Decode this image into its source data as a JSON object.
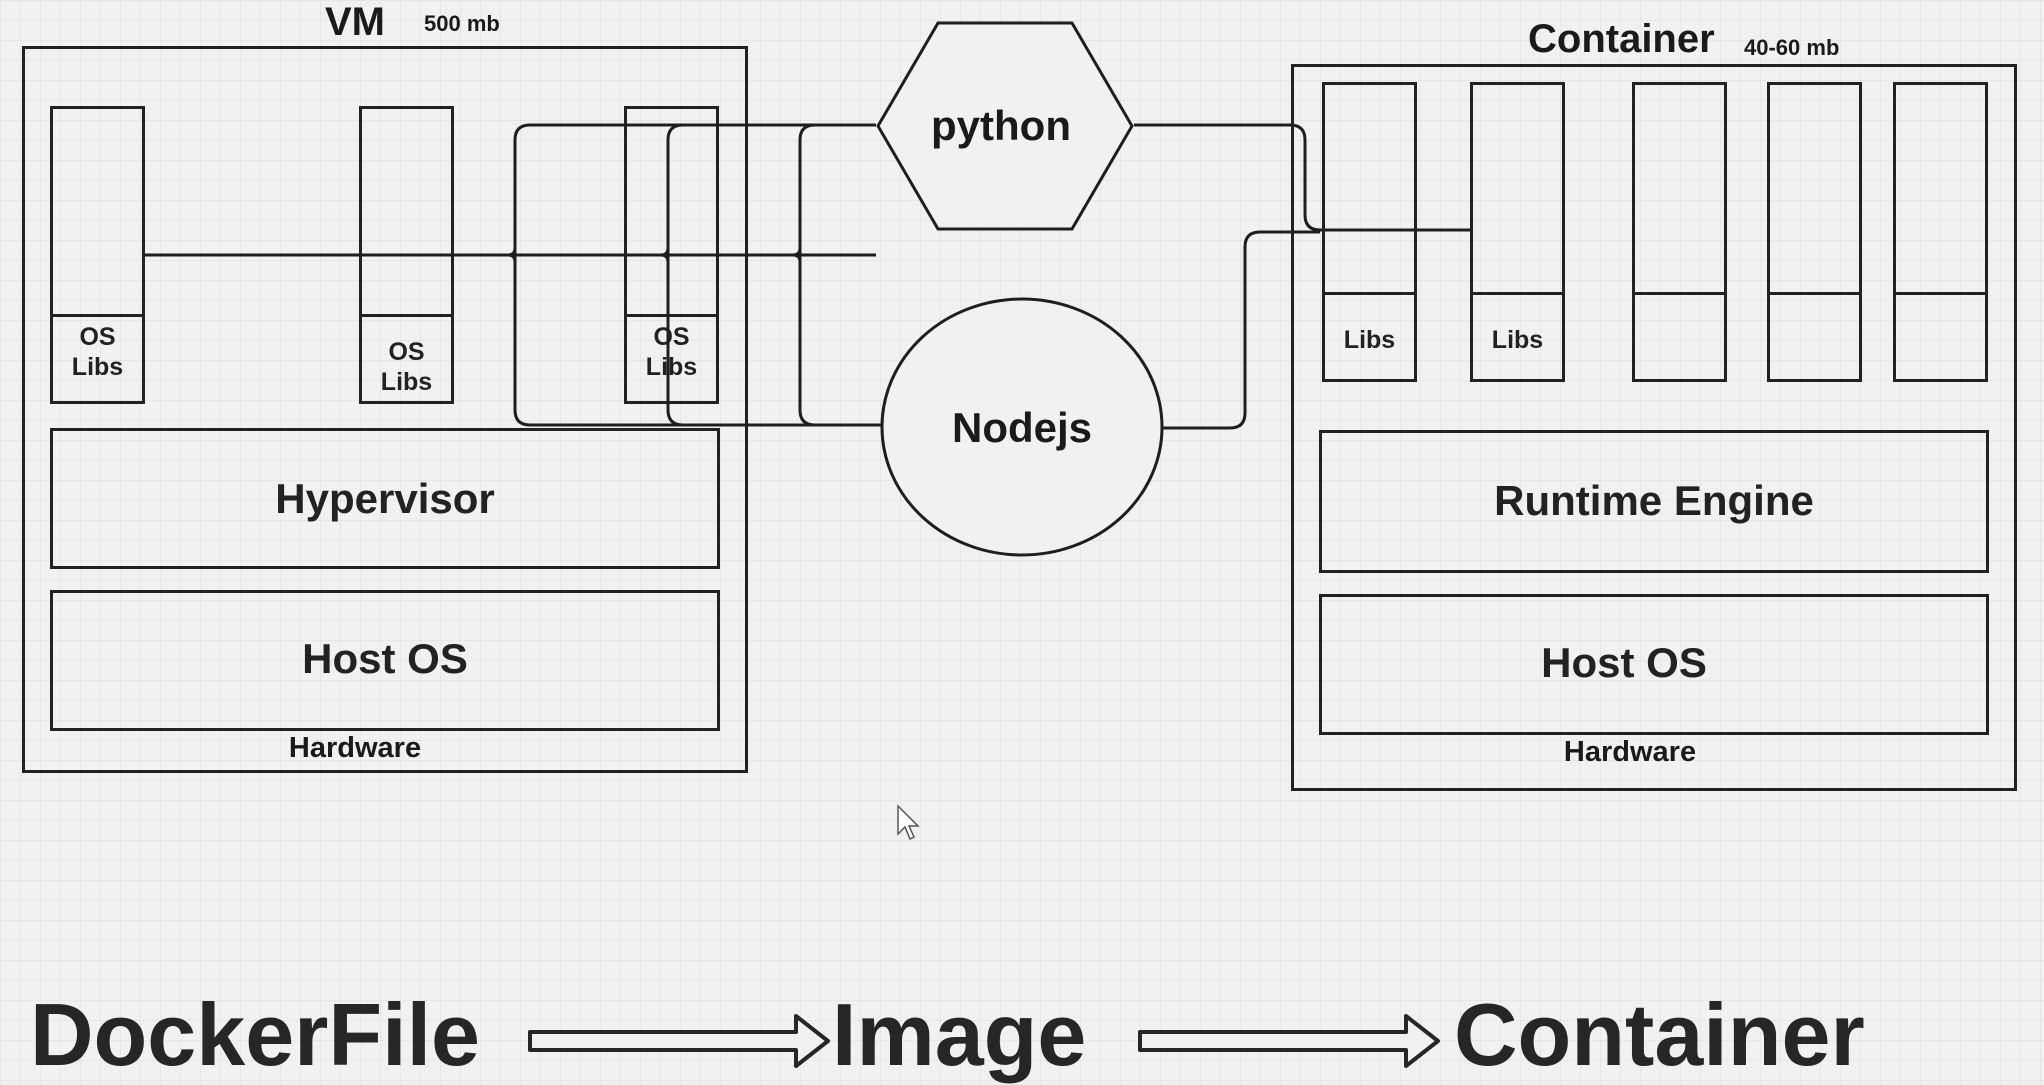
{
  "vm": {
    "title": "VM",
    "size": "500 mb",
    "libs_labels": [
      "OS\nLibs",
      "OS\nLibs",
      "OS\nLibs"
    ],
    "hypervisor": "Hypervisor",
    "host_os": "Host OS",
    "hardware": "Hardware"
  },
  "middle": {
    "python": "python",
    "nodejs": "Nodejs"
  },
  "container": {
    "title": "Container",
    "size": "40-60 mb",
    "libs_labels": [
      "Libs",
      "Libs",
      "",
      "",
      ""
    ],
    "runtime": "Runtime Engine",
    "host_os": "Host OS",
    "hardware": "Hardware"
  },
  "footer": {
    "dockerfile": "DockerFile",
    "image": "Image",
    "container": "Container"
  }
}
